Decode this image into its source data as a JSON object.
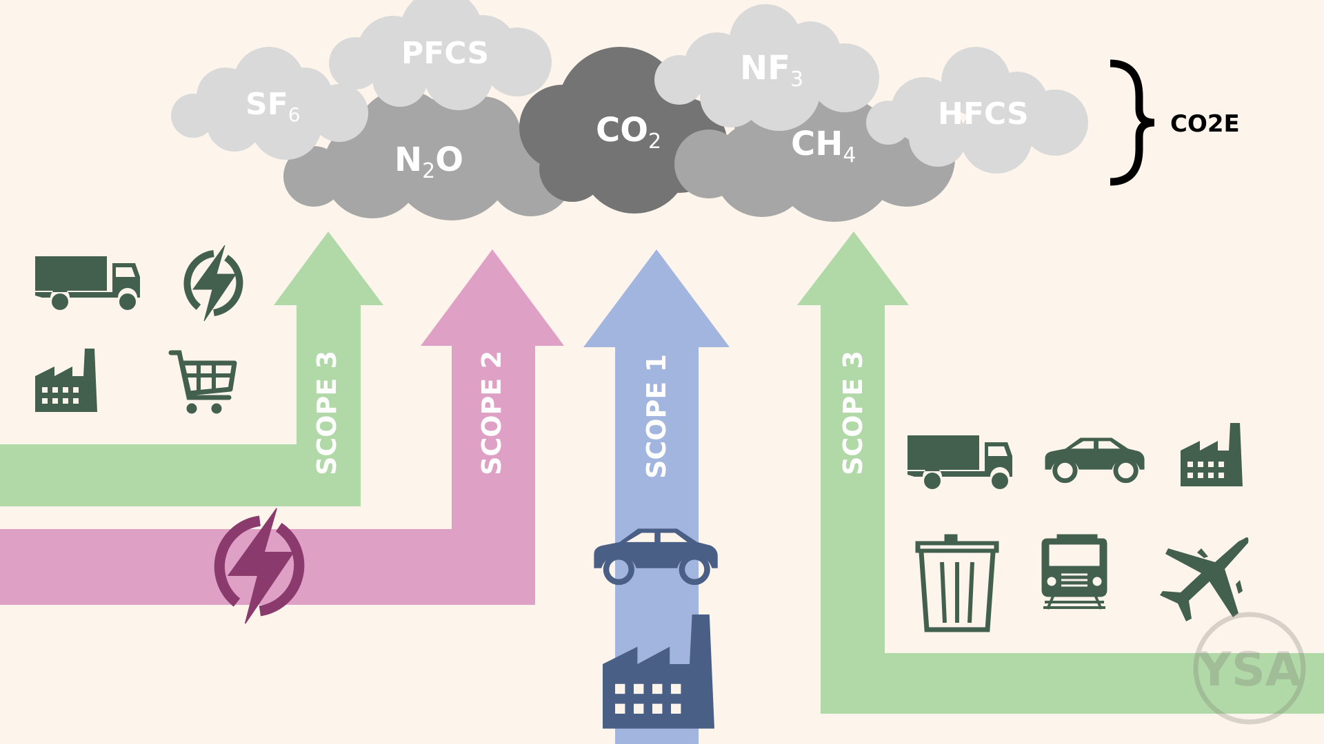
{
  "colors": {
    "background": "#fdf4ec",
    "cloud_light": "#d9d9d9",
    "cloud_mid": "#a6a6a6",
    "cloud_dark": "#747474",
    "scope3": "#b1d8a7",
    "scope2": "#dfa0c6",
    "scope1": "#a1b5de",
    "icon_green": "#43604f",
    "icon_blue": "#4a5f86",
    "icon_purple": "#8b3a6e",
    "text_white": "#ffffff",
    "text_black": "#000000",
    "watermark": "#9a9a90"
  },
  "gases": [
    {
      "id": "sf6",
      "base": "SF",
      "sub": "6"
    },
    {
      "id": "pfcs",
      "base": "PFCS",
      "sub": ""
    },
    {
      "id": "n2o",
      "base": "N",
      "sub": "2",
      "tail": "O"
    },
    {
      "id": "co2",
      "base": "CO",
      "sub": "2"
    },
    {
      "id": "nf3",
      "base": "NF",
      "sub": "3"
    },
    {
      "id": "ch4",
      "base": "CH",
      "sub": "4"
    },
    {
      "id": "hfcs",
      "base": "HFCS",
      "sub": ""
    }
  ],
  "brace_label": "CO2E",
  "scopes": {
    "scope3_left": {
      "label": "SCOPE 3"
    },
    "scope2": {
      "label": "SCOPE 2"
    },
    "scope1": {
      "label": "SCOPE 1"
    },
    "scope3_right": {
      "label": "SCOPE 3"
    }
  },
  "icons": {
    "scope3_left": [
      "truck-icon",
      "electricity-icon",
      "factory-icon",
      "shopping-cart-icon"
    ],
    "scope2": [
      "electricity-icon"
    ],
    "scope1": [
      "car-icon",
      "factory-icon"
    ],
    "scope3_right": [
      "truck-icon",
      "car-icon",
      "factory-icon",
      "trash-bin-icon",
      "train-icon",
      "airplane-icon"
    ]
  },
  "watermark": "YSA"
}
